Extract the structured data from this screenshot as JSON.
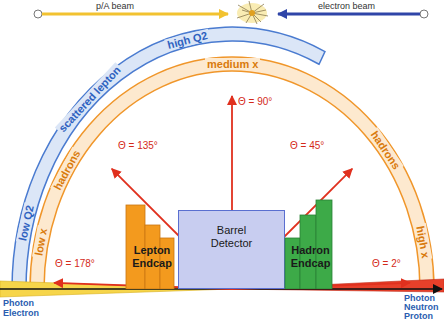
{
  "diagram": {
    "nodes": [
      {
        "text": [
          "Lepton Endcap"
        ]
      },
      {
        "text": [
          "Barrel Detector"
        ]
      },
      {
        "text": [
          "Hadron Endcap"
        ]
      }
    ],
    "labels": [
      "p/A beam",
      "electron beam",
      "high Q2",
      "scattered lepton",
      "low Q2",
      "medium x",
      "hadrons",
      "hadrons",
      "low x",
      "high x",
      "Θ = 90°",
      "Θ = 135°",
      "Θ = 45°",
      "Θ = 178°",
      "Θ = 2°",
      "Photon",
      "Electron",
      "Photon",
      "Neutron",
      "Proton"
    ]
  }
}
